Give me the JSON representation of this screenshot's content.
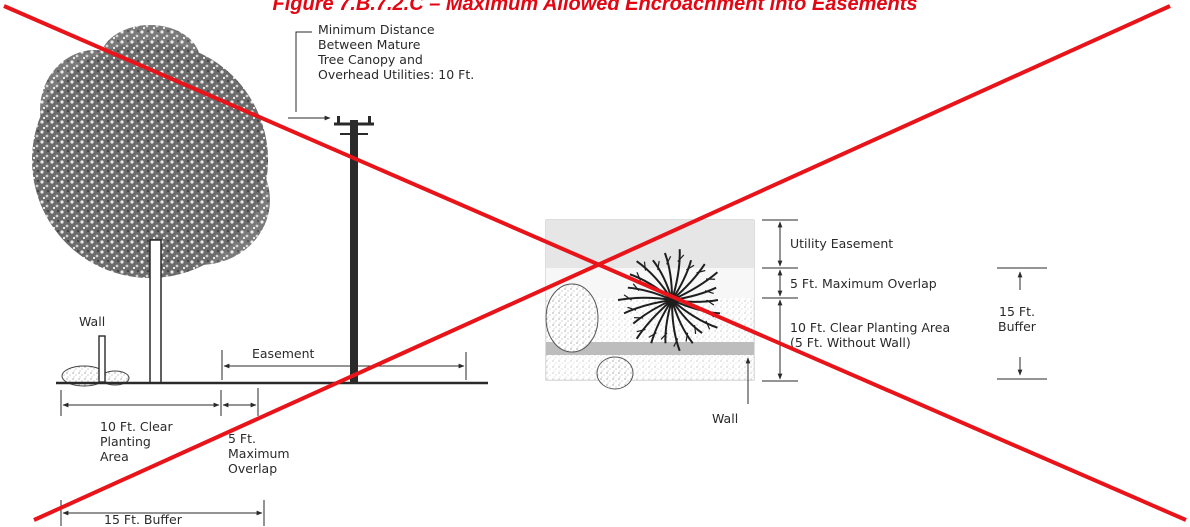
{
  "figure": {
    "title": "Figure 7.B.7.2.C – Maximum Allowed Encroachment into Easements"
  },
  "elevation": {
    "canopy_note": [
      "Minimum Distance",
      "Between Mature",
      "Tree Canopy and",
      "Overhead Utilities: 10 Ft."
    ],
    "wall_label": "Wall",
    "easement_label": "Easement",
    "clear_planting": [
      "10 Ft. Clear",
      "Planting",
      "Area"
    ],
    "overlap": [
      "5 Ft.",
      "Maximum",
      "Overlap"
    ],
    "buffer_label": "15 Ft. Buffer"
  },
  "plan": {
    "utility_easement": "Utility Easement",
    "max_overlap": "5 Ft. Maximum Overlap",
    "clear_planting": [
      "10 Ft. Clear Planting Area",
      "(5 Ft. Without Wall)"
    ],
    "buffer": [
      "15 Ft.",
      "Buffer"
    ],
    "wall_label": "Wall"
  },
  "colors": {
    "title": "#e30613",
    "cross_out": "#e8141a",
    "ink": "#2a2a2a",
    "easement_band": "#e6e6e6",
    "wall_band": "#bdbdbd"
  }
}
